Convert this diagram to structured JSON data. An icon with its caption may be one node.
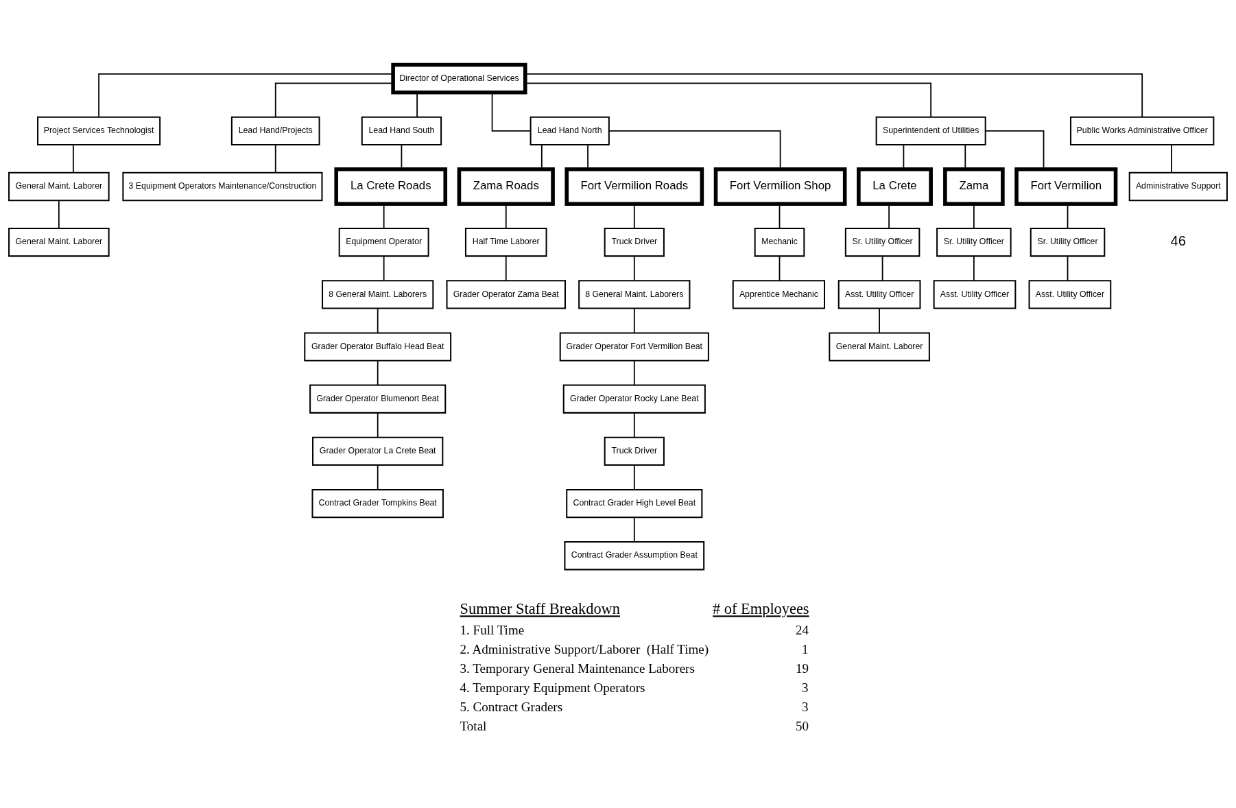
{
  "diagram": {
    "nodes": [
      {
        "text": [
          "Director of Operational Services"
        ]
      },
      {
        "text": [
          "Project Services Technologist"
        ]
      },
      {
        "text": [
          "Lead Hand/Projects"
        ]
      },
      {
        "text": [
          "Lead Hand South"
        ]
      },
      {
        "text": [
          "Lead Hand North"
        ]
      },
      {
        "text": [
          "Superintendent of Utilities"
        ]
      },
      {
        "text": [
          "Public Works Administrative Officer"
        ]
      },
      {
        "text": [
          "General Maint. Laborer"
        ]
      },
      {
        "text": [
          "3 Equipment Operators Maintenance/Construction"
        ]
      },
      {
        "text": [
          "La Crete Roads"
        ]
      },
      {
        "text": [
          "Zama Roads"
        ]
      },
      {
        "text": [
          "Fort Vermilion Roads"
        ]
      },
      {
        "text": [
          "Fort Vermilion Shop"
        ]
      },
      {
        "text": [
          "La Crete"
        ]
      },
      {
        "text": [
          "Zama"
        ]
      },
      {
        "text": [
          "Fort Vermilion"
        ]
      },
      {
        "text": [
          "Administrative Support"
        ]
      },
      {
        "text": [
          "General Maint. Laborer"
        ]
      },
      {
        "text": [
          "Equipment Operator"
        ]
      },
      {
        "text": [
          "Half Time Laborer"
        ]
      },
      {
        "text": [
          "Truck Driver"
        ]
      },
      {
        "text": [
          "Mechanic"
        ]
      },
      {
        "text": [
          "Sr. Utility Officer"
        ]
      },
      {
        "text": [
          "Sr. Utility Officer"
        ]
      },
      {
        "text": [
          "Sr. Utility Officer"
        ]
      },
      {
        "text": [
          "8 General Maint. Laborers"
        ]
      },
      {
        "text": [
          "Grader Operator Zama Beat"
        ]
      },
      {
        "text": [
          "8 General Maint. Laborers"
        ]
      },
      {
        "text": [
          "Apprentice Mechanic"
        ]
      },
      {
        "text": [
          "Asst. Utility Officer"
        ]
      },
      {
        "text": [
          "Asst. Utility Officer"
        ]
      },
      {
        "text": [
          "Asst. Utility Officer"
        ]
      },
      {
        "text": [
          "Grader Operator Buffalo Head Beat"
        ]
      },
      {
        "text": [
          "Grader Operator Fort Vermilion Beat"
        ]
      },
      {
        "text": [
          "General Maint. Laborer"
        ]
      },
      {
        "text": [
          "Grader Operator Blumenort Beat"
        ]
      },
      {
        "text": [
          "Grader Operator Rocky Lane Beat"
        ]
      },
      {
        "text": [
          "Grader Operator La Crete Beat"
        ]
      },
      {
        "text": [
          "Truck Driver"
        ]
      },
      {
        "text": [
          "Contract Grader Tompkins Beat"
        ]
      },
      {
        "text": [
          "Contract Grader High Level Beat"
        ]
      },
      {
        "text": [
          "Contract Grader Assumption Beat"
        ]
      }
    ],
    "edges": [
      {
        "from": 0,
        "to": 1,
        "arrow": "none"
      },
      {
        "from": 0,
        "to": 2,
        "arrow": "none"
      },
      {
        "from": 0,
        "to": 3,
        "arrow": "none"
      },
      {
        "from": 0,
        "to": 4,
        "arrow": "none"
      },
      {
        "from": 0,
        "to": 5,
        "arrow": "none"
      },
      {
        "from": 0,
        "to": 6,
        "arrow": "none"
      },
      {
        "from": 1,
        "to": 7,
        "arrow": "none"
      },
      {
        "from": 2,
        "to": 8,
        "arrow": "none"
      },
      {
        "from": 3,
        "to": 9,
        "arrow": "none"
      },
      {
        "from": 4,
        "to": 10,
        "arrow": "none"
      },
      {
        "from": 4,
        "to": 11,
        "arrow": "none"
      },
      {
        "from": 4,
        "to": 12,
        "arrow": "none"
      },
      {
        "from": 5,
        "to": 13,
        "arrow": "none"
      },
      {
        "from": 5,
        "to": 14,
        "arrow": "none"
      },
      {
        "from": 5,
        "to": 15,
        "arrow": "none"
      },
      {
        "from": 6,
        "to": 16,
        "arrow": "none"
      },
      {
        "from": 7,
        "to": 17,
        "arrow": "none"
      },
      {
        "from": 9,
        "to": 18,
        "arrow": "none"
      },
      {
        "from": 10,
        "to": 19,
        "arrow": "none"
      },
      {
        "from": 11,
        "to": 20,
        "arrow": "none"
      },
      {
        "from": 12,
        "to": 21,
        "arrow": "none"
      },
      {
        "from": 13,
        "to": 22,
        "arrow": "none"
      },
      {
        "from": 14,
        "to": 23,
        "arrow": "none"
      },
      {
        "from": 15,
        "to": 24,
        "arrow": "none"
      },
      {
        "from": 18,
        "to": 25,
        "arrow": "none"
      },
      {
        "from": 19,
        "to": 26,
        "arrow": "none"
      },
      {
        "from": 20,
        "to": 27,
        "arrow": "none"
      },
      {
        "from": 21,
        "to": 28,
        "arrow": "none"
      },
      {
        "from": 22,
        "to": 29,
        "arrow": "none"
      },
      {
        "from": 23,
        "to": 30,
        "arrow": "none"
      },
      {
        "from": 24,
        "to": 31,
        "arrow": "none"
      },
      {
        "from": 25,
        "to": 32,
        "arrow": "none"
      },
      {
        "from": 27,
        "to": 33,
        "arrow": "none"
      },
      {
        "from": 29,
        "to": 34,
        "arrow": "none"
      },
      {
        "from": 32,
        "to": 35,
        "arrow": "none"
      },
      {
        "from": 33,
        "to": 36,
        "arrow": "none"
      },
      {
        "from": 35,
        "to": 37,
        "arrow": "none"
      },
      {
        "from": 36,
        "to": 38,
        "arrow": "none"
      },
      {
        "from": 37,
        "to": 39,
        "arrow": "none"
      },
      {
        "from": 38,
        "to": 40,
        "arrow": "none"
      },
      {
        "from": 40,
        "to": 41,
        "arrow": "none"
      }
    ],
    "labels": [
      "46",
      "Summer Staff Breakdown",
      "# of Employees",
      "1. Full Time",
      "24",
      "2. Administrative Support/Laborer  (Half Time)",
      "1",
      "3. Temporary General Maintenance Laborers",
      "19",
      "4. Temporary Equipment Operators",
      "3",
      "5. Contract Graders",
      "3",
      "Total",
      "50"
    ]
  }
}
